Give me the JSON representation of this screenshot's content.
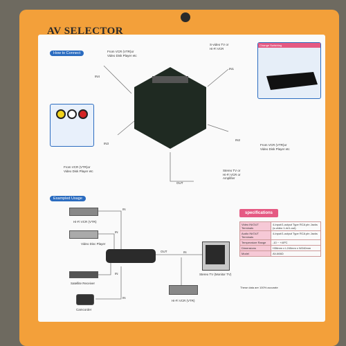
{
  "header": {
    "title": "AV SELECTOR"
  },
  "sections": {
    "how_to_connect": "How to Connect",
    "example_usage": "Exampled Usage",
    "specifications": "specifications"
  },
  "labels": {
    "from_vcr_top": "From VCR (VTR)or\nVideo Disk Player etc",
    "svideo_tv": "S-video TV or\nHi-Fi VCR",
    "change_switch": "Change Switching",
    "in1": "IN1",
    "in2": "IN2",
    "in3": "IN3",
    "in4": "IN4",
    "from_vcr_right": "From VCR (VTR)or\nVideo Disk Player etc",
    "from_vcr_left": "From VCR (VTR)or\nVideo Disk Player etc",
    "stereo_tv": "Stereo TV or\nHi-Fi VCR or\nAmplifier",
    "out": "OUT",
    "hifi_vcr": "Hi-Fi VCR (VTR)",
    "video_disc_player": "Video Disc Player",
    "satellite_receiver": "Satellite Receiver",
    "camcorder": "Camcorder",
    "stereo_tv_bottom": "Stereo TV (Monitor TV)",
    "out_bottom": "OUT",
    "in": "IN"
  },
  "specs": [
    {
      "key": "Video IN/OUT Terminals",
      "value": "4-input/1-output Type RCA pin Jacks (s-video 1-in/1-out)"
    },
    {
      "key": "Audio IN/OUT Terminals",
      "value": "4-input/1-output Type RCA pin Jacks"
    },
    {
      "key": "Temperature Range",
      "value": "-10 ~ +40ºC"
    },
    {
      "key": "Dimensions",
      "value": "H36mm x L240mm x W240mm"
    },
    {
      "key": "Model",
      "value": "AV-666D"
    }
  ],
  "footnote": "These data are 100% accurate"
}
